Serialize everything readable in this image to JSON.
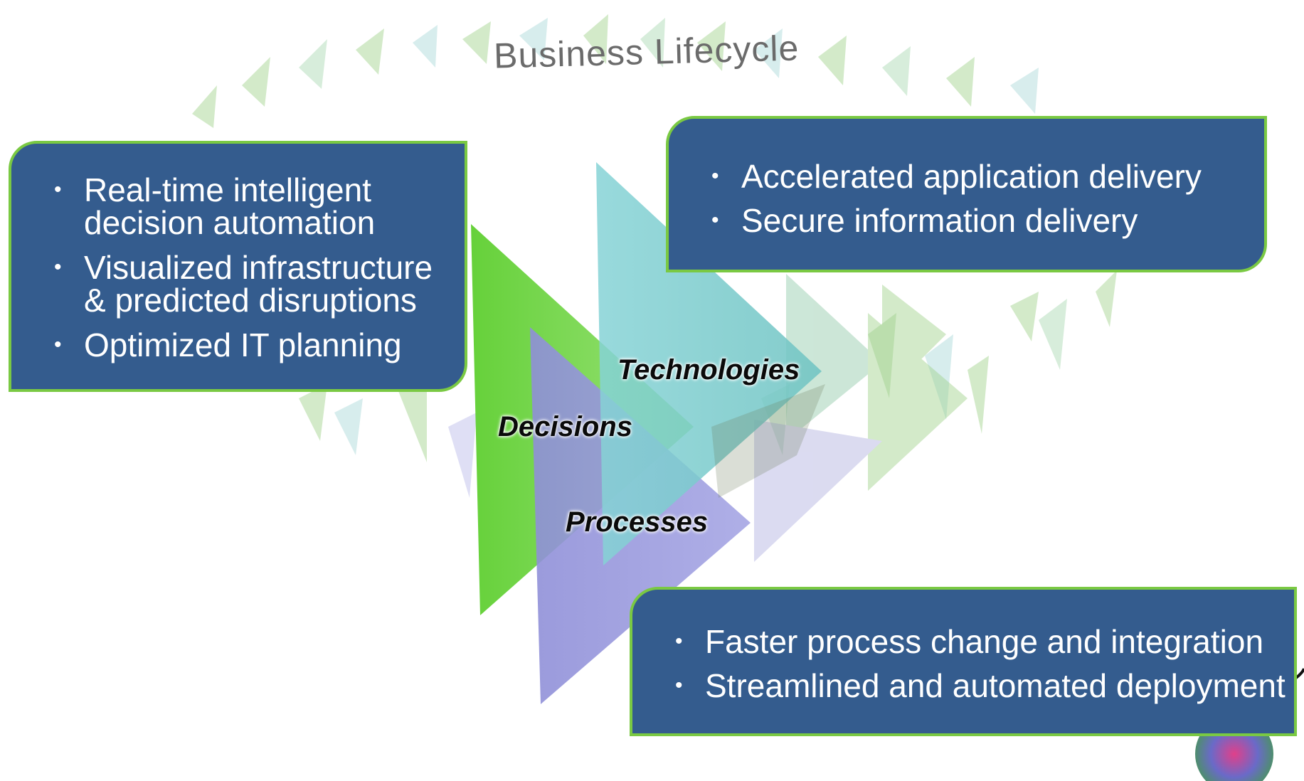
{
  "title": "Business Lifecycle",
  "labels": {
    "technologies": "Technologies",
    "decisions": "Decisions",
    "processes": "Processes"
  },
  "boxes": {
    "decisions": {
      "items": [
        [
          "Real-time intelligent",
          "decision automation"
        ],
        [
          "Visualized infrastructure",
          "& predicted disruptions"
        ],
        [
          "Optimized IT planning"
        ]
      ]
    },
    "technologies": {
      "items": [
        [
          "Accelerated application delivery"
        ],
        [
          "Secure information delivery"
        ]
      ]
    },
    "processes": {
      "items": [
        [
          "Faster process change and integration"
        ],
        [
          "Streamlined and automated deployment"
        ]
      ]
    }
  },
  "bullet": "•",
  "colors": {
    "box_fill": "#345c8e",
    "box_border": "#7ac943",
    "decisions_arrow": "#7ed957",
    "technologies_arrow": "#7fcfcf",
    "processes_arrow": "#9999dd"
  }
}
